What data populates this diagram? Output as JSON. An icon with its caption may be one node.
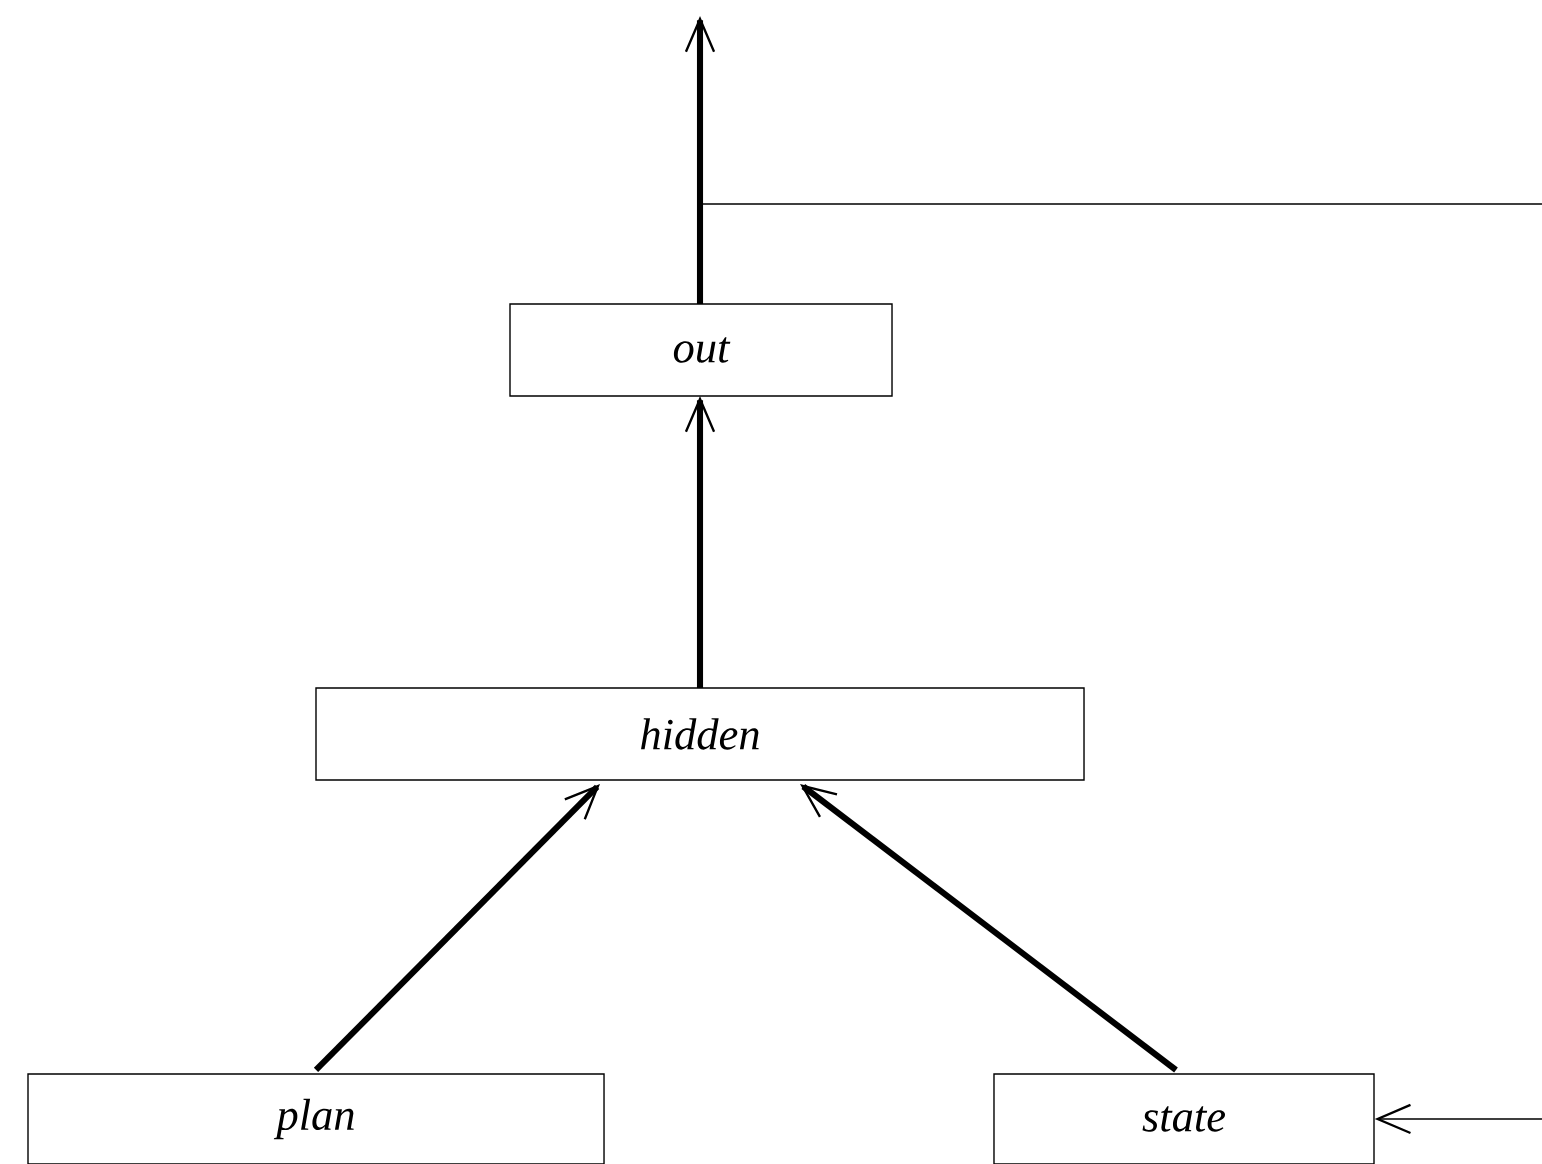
{
  "diagram": {
    "nodes": [
      {
        "text": [
          "hidden"
        ]
      },
      {
        "text": [
          "out"
        ]
      },
      {
        "text": [
          "plan"
        ]
      },
      {
        "text": [
          "state"
        ]
      }
    ],
    "edges": [
      {
        "from": 2,
        "to": 0,
        "arrow": "to"
      },
      {
        "from": 3,
        "to": 0,
        "arrow": "to"
      },
      {
        "from": 0,
        "to": 1,
        "arrow": "to"
      },
      {
        "from": 1,
        "to": null,
        "arrow": "to"
      },
      {
        "from": 1,
        "to": 3,
        "arrow": "to"
      }
    ]
  }
}
